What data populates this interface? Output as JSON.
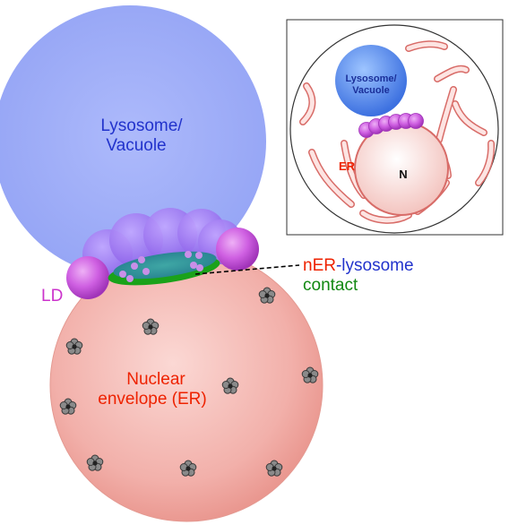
{
  "labels": {
    "lysosome_line1": "Lysosome/",
    "lysosome_line2": "Vacuole",
    "ld": "LD",
    "nucleus_line1": "Nuclear",
    "nucleus_line2": "envelope (ER)",
    "contact_ner": "nER",
    "contact_dash": "-",
    "contact_lysosome": "lysosome",
    "contact_line2": "contact"
  },
  "inset": {
    "lysosome_line1": "Lysosome/",
    "lysosome_line2": "Vacuole",
    "er": "ER",
    "nucleus": "N"
  },
  "colors": {
    "lysosome": "#8fa0f5",
    "nucleus": "#f2aaa4",
    "lipid_droplet": "#d060e0",
    "contact_green": "#1aa21a",
    "contact_teal": "#2a8c9a",
    "ner_text": "#ee2200",
    "lysosome_text": "#2233cc",
    "contact_text": "#118811",
    "ld_text": "#cc33cc",
    "nuclear_pore": "#777777"
  },
  "icons": [
    "nuclear-pore-icon"
  ]
}
